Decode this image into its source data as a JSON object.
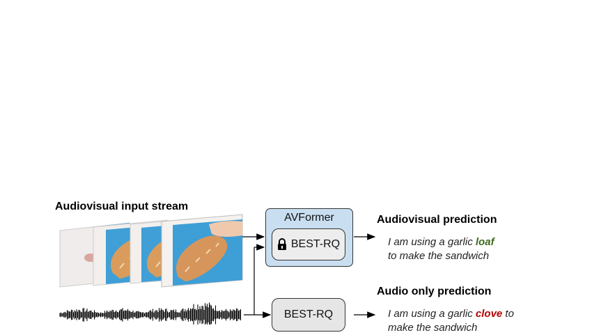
{
  "input_title": "Audiovisual input stream",
  "avformer": {
    "title": "AVFormer",
    "encoder_label": "BEST-RQ",
    "lock_icon": "lock-icon",
    "fill": "#c9dff1"
  },
  "audio_model": {
    "label": "BEST-RQ",
    "fill": "#e6e6e6"
  },
  "audiovisual_prediction": {
    "heading": "Audiovisual prediction",
    "prefix": "I am using a garlic ",
    "word": "loaf",
    "word_color": "#3d6b1f",
    "line2": "to make the sandwich"
  },
  "audio_prediction": {
    "heading": "Audio only prediction",
    "prefix": "I am using a garlic ",
    "word": "clove",
    "word_color": "#b00000",
    "suffix": " to",
    "line2": "make the sandwich"
  }
}
